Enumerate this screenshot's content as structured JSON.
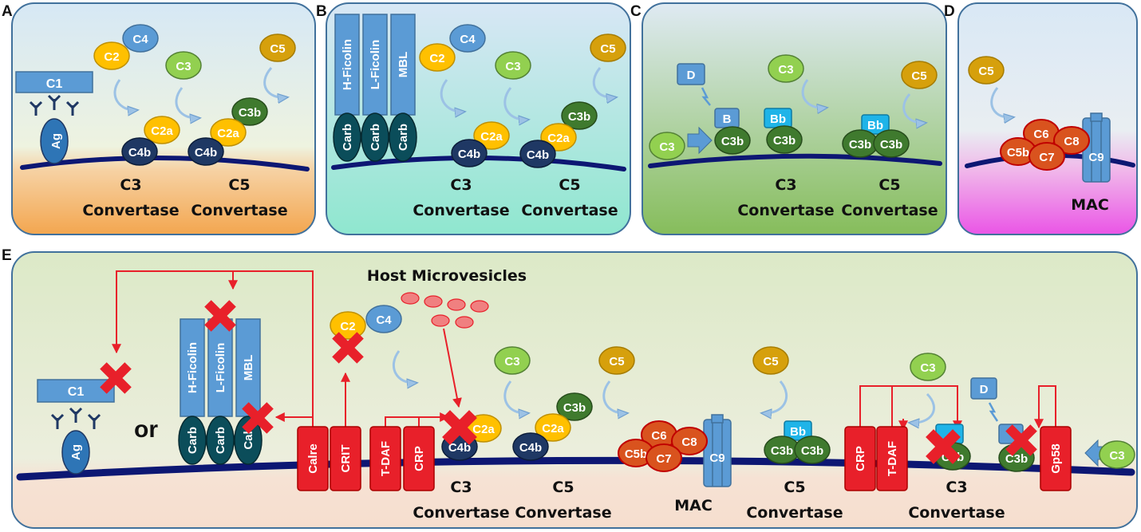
{
  "panels": {
    "A": {
      "letter": "A",
      "c1": "C1",
      "ag": "Ag",
      "c2": "C2",
      "c4": "C4",
      "c3": "C3",
      "c5": "C5",
      "c2a_1": "C2a",
      "c4b_1": "C4b",
      "c2a_2": "C2a",
      "c4b_2": "C4b",
      "c3b": "C3b",
      "label1_top": "C3",
      "label1_bottom": "Convertase",
      "label2_top": "C5",
      "label2_bottom": "Convertase"
    },
    "B": {
      "letter": "B",
      "h_ficolin": "H-Ficolin",
      "l_ficolin": "L-Ficolin",
      "mbl": "MBL",
      "carb": "Carb",
      "c2": "C2",
      "c4": "C4",
      "c3": "C3",
      "c5": "C5",
      "c2a": "C2a",
      "c4b": "C4b",
      "c3b": "C3b",
      "label1_top": "C3",
      "label1_bottom": "Convertase",
      "label2_top": "C5",
      "label2_bottom": "Convertase"
    },
    "C": {
      "letter": "C",
      "d": "D",
      "b": "B",
      "bb": "Bb",
      "c3": "C3",
      "c3b": "C3b",
      "c5": "C5",
      "label1_top": "C3",
      "label1_bottom": "Convertase",
      "label2_top": "C5",
      "label2_bottom": "Convertase"
    },
    "D": {
      "letter": "D",
      "c5": "C5",
      "c5b": "C5b",
      "c6": "C6",
      "c7": "C7",
      "c8": "C8",
      "c9": "C9",
      "mac": "MAC"
    },
    "E": {
      "letter": "E",
      "host_microvesicles": "Host Microvesicles",
      "or": "or",
      "c1": "C1",
      "ag": "Ag",
      "h_ficolin": "H-Ficolin",
      "l_ficolin": "L-Ficolin",
      "mbl": "MBL",
      "carb": "Carb",
      "carb_partial": "Cal",
      "calre": "Calre",
      "crit": "CRIT",
      "t_daf": "T-DAF",
      "crp": "CRP",
      "gp58": "Gp58",
      "c2": "C2",
      "c4": "C4",
      "c3": "C3",
      "c5": "C5",
      "c2a": "C2a",
      "c4b": "C4b",
      "c3b": "C3b",
      "c3b_partial": "C3b",
      "bb": "Bb",
      "d": "D",
      "c5b": "C5b",
      "c6": "C6",
      "c7": "C7",
      "c8": "C8",
      "c9": "C9",
      "mac": "MAC",
      "label_c3_1_top": "C3",
      "label_c3_1_bottom": "Convertase",
      "label_c5_1_top": "C5",
      "label_c5_1_bottom": "Convertase",
      "label_c5_2_top": "C5",
      "label_c5_2_bottom": "Convertase",
      "label_c3_2_top": "C3",
      "label_c3_2_bottom": "Convertase"
    }
  },
  "colors": {
    "membrane": "#0d1773",
    "box_blue": "#5b9bd5",
    "c2_yellow": "#ffc000",
    "c3_green": "#92d050",
    "c5_gold": "#d6a00c",
    "dark_green": "#3f7a2e",
    "navy": "#1f3864",
    "teal_dark": "#0b4d5a",
    "orange_red": "#d9531e",
    "red": "#e8202a",
    "bb_cyan": "#1fb4e8"
  }
}
